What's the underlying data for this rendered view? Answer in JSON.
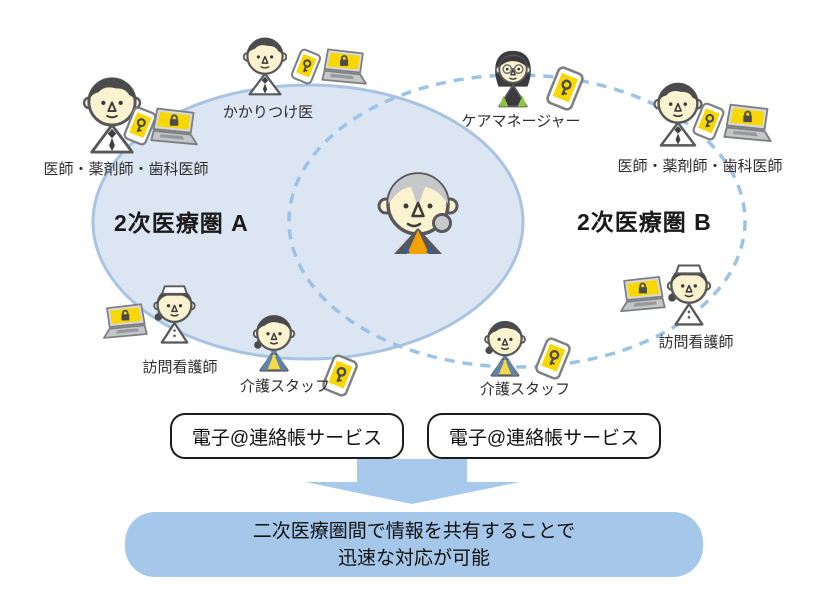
{
  "diagram": {
    "title_implicit": "",
    "regions": {
      "region_a": {
        "label": "2次医療圏 A"
      },
      "region_b": {
        "label": "2次医療圏 B"
      }
    },
    "actors": {
      "doctor_left": {
        "label": "医師・薬剤師・歯科医師",
        "role": "doctor",
        "devices": [
          "phone",
          "laptop"
        ]
      },
      "family_doctor": {
        "label": "かかりつけ医",
        "role": "doctor",
        "devices": [
          "phone",
          "laptop"
        ]
      },
      "care_manager": {
        "label": "ケアマネージャー",
        "role": "care-manager",
        "devices": [
          "phone"
        ]
      },
      "doctor_right": {
        "label": "医師・薬剤師・歯科医師",
        "role": "doctor",
        "devices": [
          "phone",
          "laptop"
        ]
      },
      "nurse_left": {
        "label": "訪問看護師",
        "role": "nurse",
        "devices": [
          "laptop"
        ]
      },
      "care_staff_left": {
        "label": "介護スタッフ",
        "role": "care-staff",
        "devices": [
          "phone"
        ]
      },
      "care_staff_right": {
        "label": "介護スタッフ",
        "role": "care-staff",
        "devices": [
          "phone"
        ]
      },
      "nurse_right": {
        "label": "訪問看護師",
        "role": "nurse",
        "devices": [
          "laptop"
        ]
      },
      "patient": {
        "label": "",
        "role": "patient",
        "devices": []
      }
    },
    "service_boxes": {
      "left": {
        "label": "電子@連絡帳サービス"
      },
      "right": {
        "label": "電子@連絡帳サービス"
      }
    },
    "conclusion": {
      "line1": "二次医療圏間で情報を共有することで",
      "line2": "迅速な対応が可能"
    },
    "colors": {
      "region_a_fill": "#dce6f2",
      "region_a_border": "#a9c4e3",
      "region_b_dash": "#9cc3e6",
      "arrow_fill": "#a7c9ec",
      "conclusion_fill": "#a5c7ea",
      "device_screen_yellow": "#f8d800",
      "text": "#1a1a1a"
    }
  }
}
